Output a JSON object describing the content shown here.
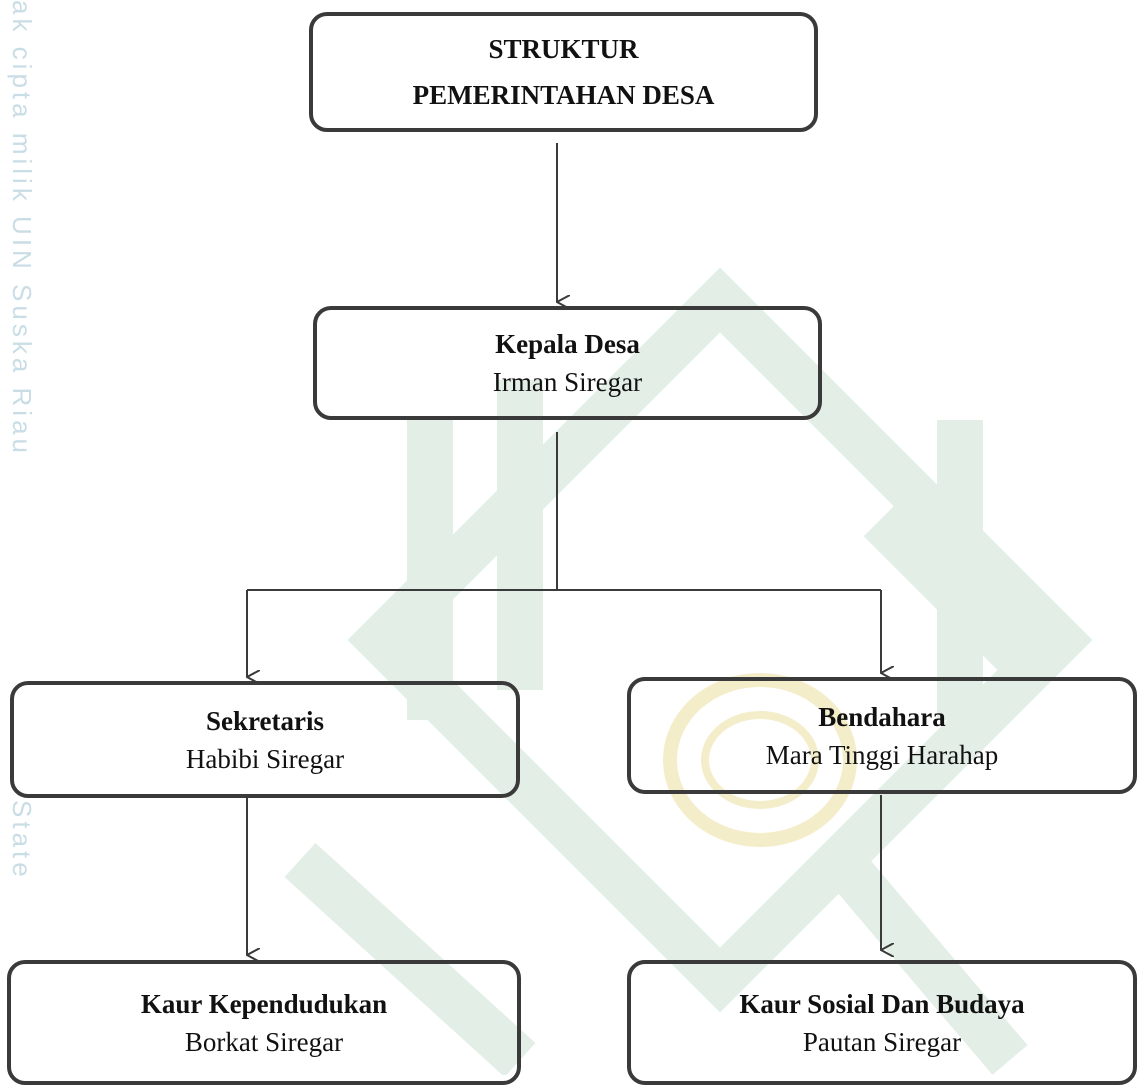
{
  "watermark": {
    "side_text_top": "ak cipta milik UIN Suska Riau",
    "side_text_bottom": "State"
  },
  "diagram": {
    "title": {
      "line1": "STRUKTUR",
      "line2": "PEMERINTAHAN DESA"
    },
    "nodes": [
      {
        "id": "kepala-desa",
        "role": "Kepala Desa",
        "name": "Irman Siregar"
      },
      {
        "id": "sekretaris",
        "role": "Sekretaris",
        "name": "Habibi Siregar"
      },
      {
        "id": "bendahara",
        "role": "Bendahara",
        "name": "Mara Tinggi Harahap"
      },
      {
        "id": "kaur-kependudukan",
        "role": "Kaur Kependudukan",
        "name": "Borkat Siregar"
      },
      {
        "id": "kaur-sosial",
        "role": "Kaur Sosial Dan Budaya",
        "name": "Pautan Siregar"
      }
    ],
    "edges": [
      {
        "from": "title",
        "to": "kepala-desa"
      },
      {
        "from": "kepala-desa",
        "to": "sekretaris"
      },
      {
        "from": "kepala-desa",
        "to": "bendahara"
      },
      {
        "from": "sekretaris",
        "to": "kaur-kependudukan"
      },
      {
        "from": "bendahara",
        "to": "kaur-sosial"
      }
    ],
    "colors": {
      "line": "#3a3a3a",
      "watermark_green": "#dfeee3",
      "watermark_yellow": "#f6f1d6"
    }
  }
}
